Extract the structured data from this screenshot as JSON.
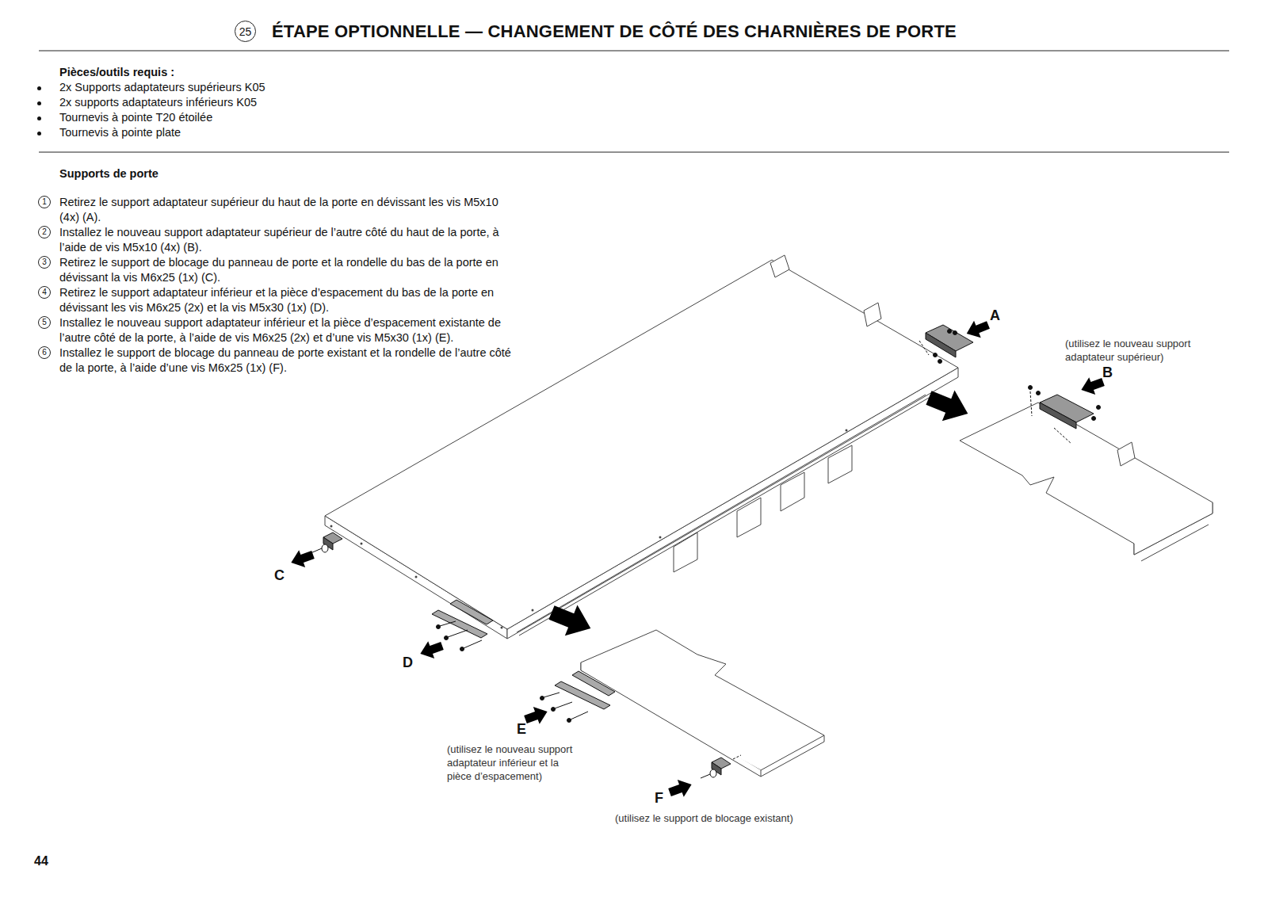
{
  "diagram": {
    "title": "ÉTAPE OPTIONNELLE — CHANGEMENT DE CÔTÉ DES CHARNIÈRES DE PORTE",
    "nodes": [
      {
        "text": [
          "25"
        ]
      },
      {
        "text": [
          "1"
        ]
      },
      {
        "text": [
          "2"
        ]
      },
      {
        "text": [
          "3"
        ]
      },
      {
        "text": [
          "4"
        ]
      },
      {
        "text": [
          "5"
        ]
      },
      {
        "text": [
          "6"
        ]
      }
    ],
    "labels": [
      "Pièces/outils requis :",
      "2x Supports adaptateurs supérieurs K05",
      "2x supports adaptateurs inférieurs K05",
      "Tournevis à pointe T20 étoilée",
      "Tournevis à pointe plate",
      "Supports de porte",
      "Retirez le support adaptateur supérieur du haut de la porte en dévissant les vis M5x10 (4x) (A).",
      "Installez le nouveau support adaptateur supérieur de l’autre côté du haut de la porte, à l’aide de vis M5x10 (4x) (B).",
      "Retirez le support de blocage du panneau de porte et la rondelle du bas de la porte en dévissant la vis M6x25 (1x) (C).",
      "Retirez le support adaptateur inférieur et la pièce d’espacement du bas de la porte en dévissant les vis M6x25 (2x) et la vis M5x30 (1x) (D).",
      "Installez le nouveau support adaptateur inférieur et la pièce d’espacement existante de l’autre côté de la porte, à l’aide de vis M6x25 (2x) et d’une vis M5x30 (1x) (E).",
      "Installez le support de blocage du panneau de porte existant et la rondelle de l’autre côté de la porte, à l’aide d’une vis M6x25 (1x) (F).",
      "A",
      "(utilisez le nouveau support adaptateur supérieur)",
      "B",
      "C",
      "D",
      "E",
      "(utilisez le nouveau support adaptateur inférieur et la pièce d’espacement)",
      "F",
      "(utilisez le support de blocage existant)",
      "44"
    ]
  }
}
